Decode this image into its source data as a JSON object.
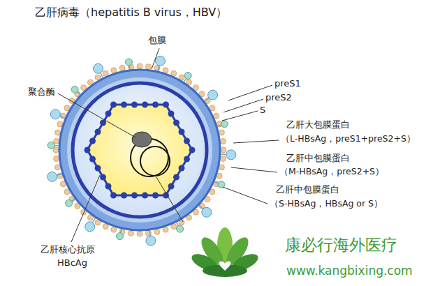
{
  "diagram": {
    "title": "乙肝病毒（hepatitis B virus，HBV）",
    "labels": [
      "包膜",
      "聚合酶",
      "preS1",
      "preS2",
      "S",
      "乙肝大包膜蛋白",
      "（L-HBsAg，preS1+preS2+S）",
      "乙肝中包膜蛋白",
      "（M-HBsAg，preS2+S）",
      "乙肝中包膜蛋白",
      "（S-HBsAg，HBsAg or S）",
      "乙肝核心抗原",
      "HBcAg",
      "康必行海外医疗",
      "www.kangbixing.com"
    ]
  }
}
